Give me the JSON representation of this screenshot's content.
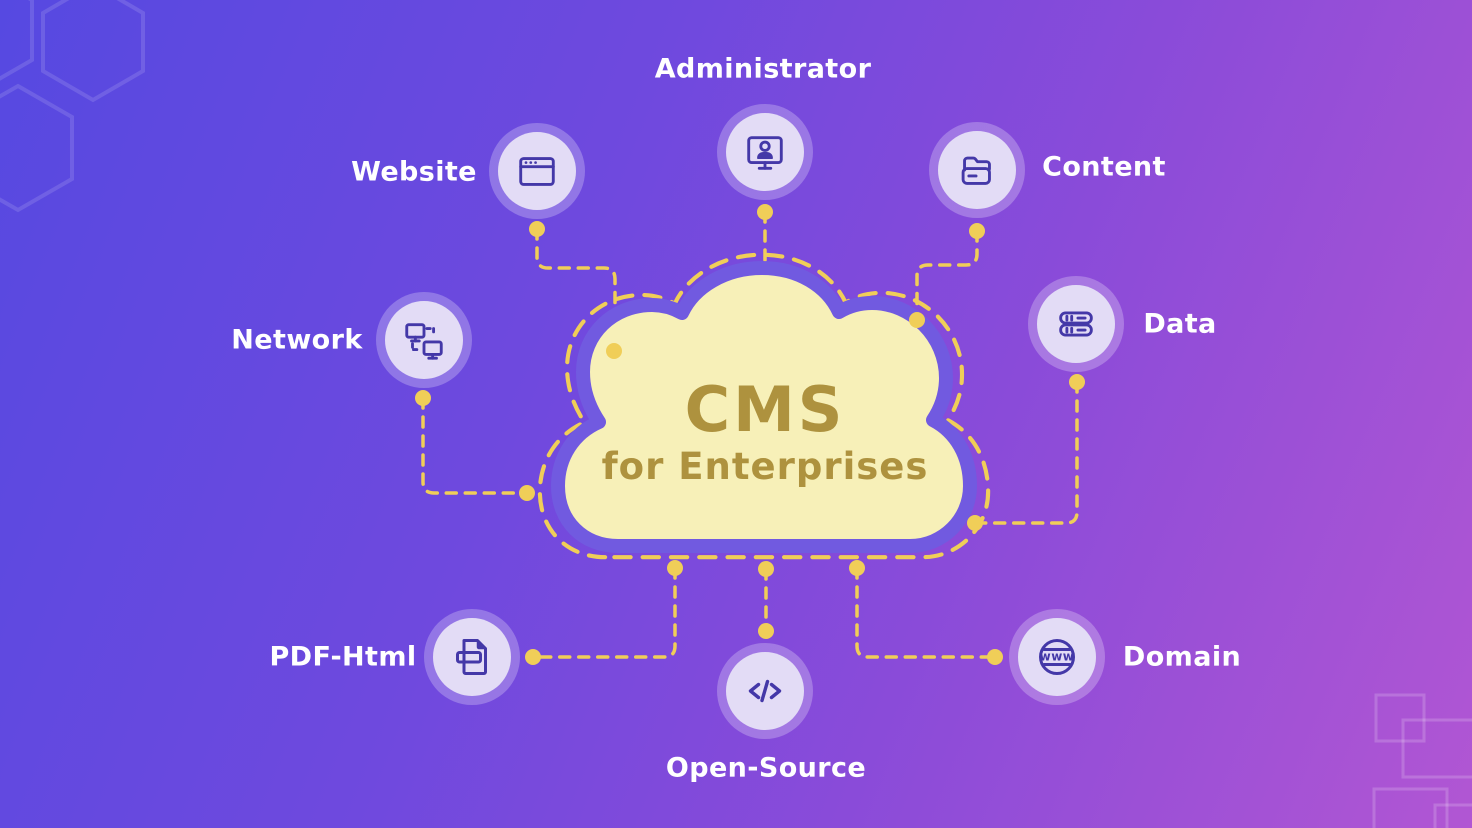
{
  "diagram": {
    "center": {
      "title": "CMS",
      "subtitle": "for Enterprises"
    },
    "nodes": [
      {
        "id": "administrator",
        "label": "Administrator",
        "icon": "monitor-user-icon"
      },
      {
        "id": "website",
        "label": "Website",
        "icon": "browser-window-icon"
      },
      {
        "id": "content",
        "label": "Content",
        "icon": "folder-open-icon"
      },
      {
        "id": "network",
        "label": "Network",
        "icon": "linked-computers-icon"
      },
      {
        "id": "data",
        "label": "Data",
        "icon": "server-stack-icon"
      },
      {
        "id": "pdf-html",
        "label": "PDF-Html",
        "icon": "document-file-icon"
      },
      {
        "id": "open-source",
        "label": "Open-Source",
        "icon": "code-brackets-icon"
      },
      {
        "id": "domain",
        "label": "Domain",
        "icon": "globe-www-icon"
      }
    ],
    "colors": {
      "background_start": "#5649E1",
      "background_mid": "#8A4BD9",
      "background_end": "#B156D3",
      "cloud_fill": "#F7F0B8",
      "cloud_ring": "#715AE0",
      "connector_yellow": "#F0CE58",
      "title_gold": "#AE923E",
      "node_circle": "#E3DCF6",
      "node_ring": "rgba(255,255,255,0.25)",
      "icon_stroke": "#4438A8",
      "label_white": "#FFFFFF"
    }
  }
}
